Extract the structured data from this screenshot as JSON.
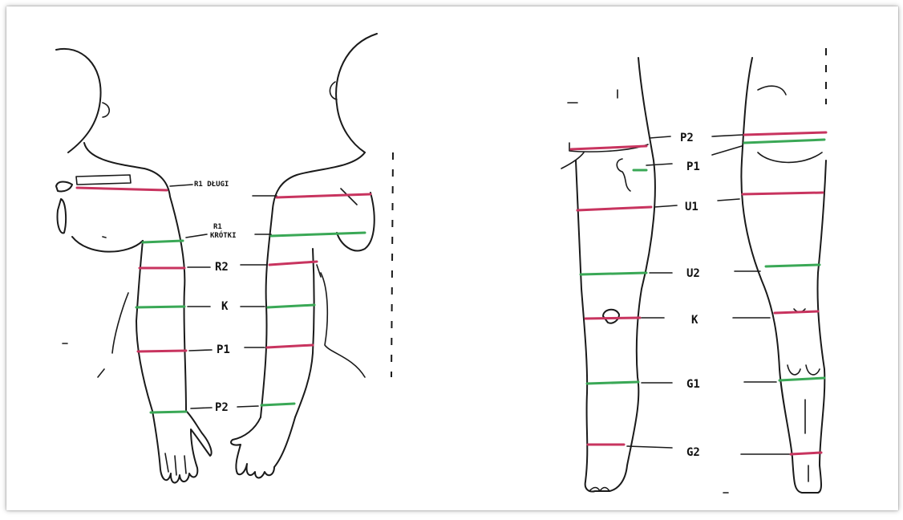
{
  "colors": {
    "red": "#c8345f",
    "green": "#3aa856",
    "ink": "#1a1a1a"
  },
  "arm_labels": {
    "r1_long": "R1 DŁUGI",
    "r1_short_line1": "R1",
    "r1_short_line2": "KRÓTKI",
    "r2": "R2",
    "k": "K",
    "p1": "P1",
    "p2": "P2"
  },
  "leg_labels": {
    "p2": "P2",
    "p1": "P1",
    "u1": "U1",
    "u2": "U2",
    "k": "K",
    "g1": "G1",
    "g2": "G2"
  }
}
